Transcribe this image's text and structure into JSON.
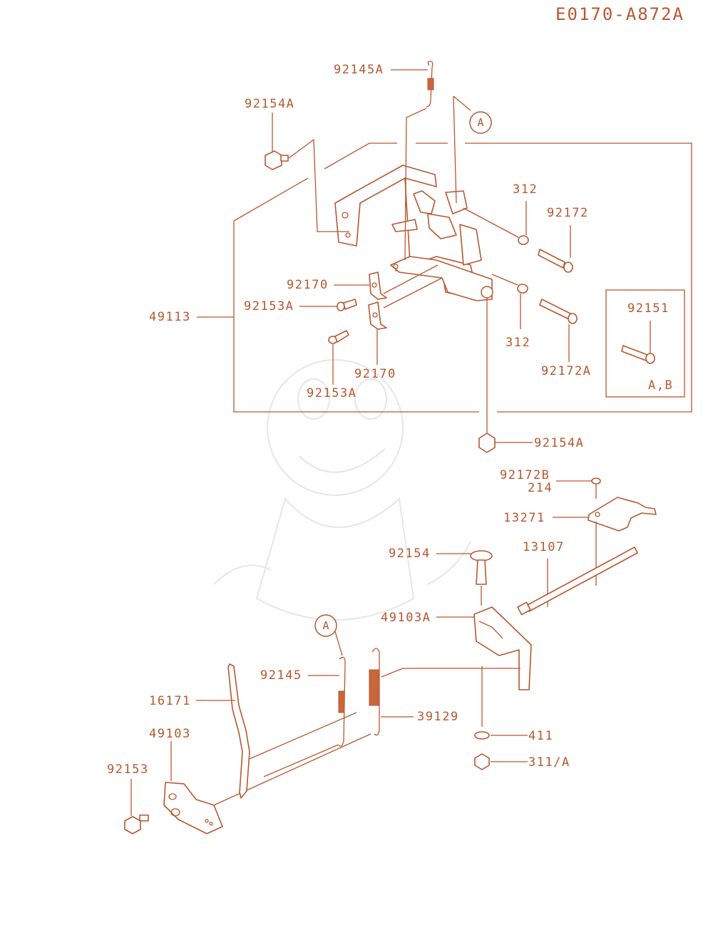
{
  "diagram_code": "E0170-A872A",
  "ref_mark": "A",
  "box_note": "A,B",
  "parts": {
    "p92145A": "92145A",
    "p92154A_top": "92154A",
    "p312_top": "312",
    "p92172": "92172",
    "p92170_top": "92170",
    "p92153A_mid": "92153A",
    "p49113": "49113",
    "p92151": "92151",
    "p312_bot": "312",
    "p92170_bot": "92170",
    "p92172A": "92172A",
    "p92153A_bot": "92153A",
    "p92154A_bot": "92154A",
    "p92172B": "92172B",
    "p214": "214",
    "p13271": "13271",
    "p92154": "92154",
    "p13107": "13107",
    "p49103A": "49103A",
    "p92145": "92145",
    "p39129": "39129",
    "p16171": "16171",
    "p49103": "49103",
    "p411": "411",
    "p92153": "92153",
    "p311A": "311/A"
  }
}
